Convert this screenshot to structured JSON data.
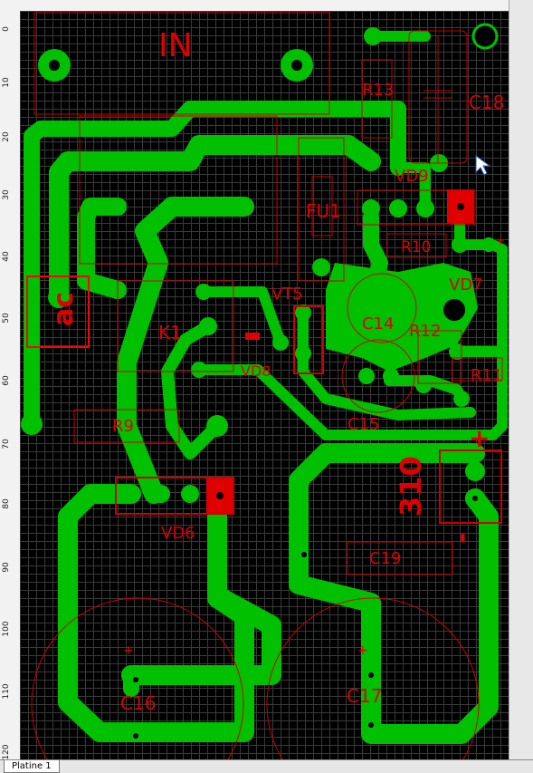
{
  "tab": {
    "label": "Platine 1"
  },
  "ruler": {
    "left_ticks": [
      "0",
      "10",
      "20",
      "30",
      "40",
      "50",
      "60",
      "70",
      "80",
      "90",
      "100",
      "110",
      "120"
    ]
  },
  "labels": {
    "in": "IN",
    "r13": "R13",
    "c18": "C18",
    "vd9": "VD9",
    "fu1": "FU1",
    "r10": "R10",
    "ac": "ac",
    "vt5": "VT5",
    "vd7": "VD7",
    "k1": "K1",
    "c14": "C14",
    "r12": "R12",
    "vd8": "VD8",
    "r11": "R11",
    "c15": "C15",
    "r9": "R9",
    "v310": "310",
    "plus": "+",
    "vd6": "VD6",
    "minus": "-",
    "c19": "C19",
    "c16": "C16",
    "c17": "C17"
  },
  "colors": {
    "board": "#000000",
    "grid": "#3a3a3a",
    "copper": "#00c000",
    "silkscreen": "#cc0000",
    "pad_hole": "#000000"
  }
}
